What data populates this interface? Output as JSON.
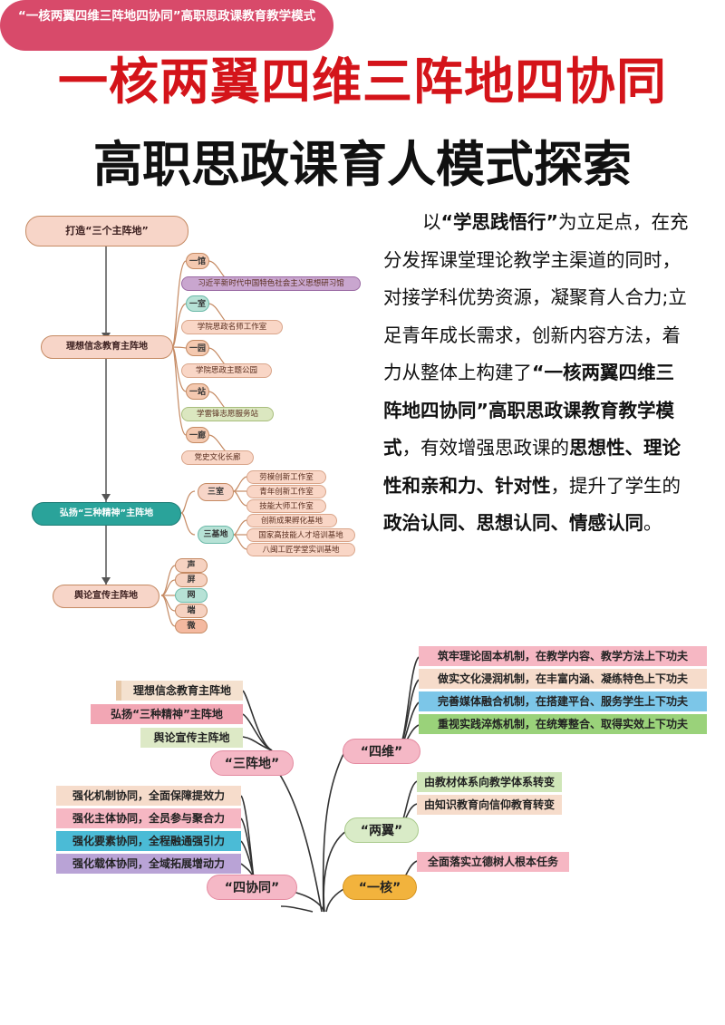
{
  "title": {
    "line1": "一核两翼四维三阵地四协同",
    "line2": "高职思政课育人模式探索"
  },
  "top_tree": {
    "root": "打造“三个主阵地”",
    "main1": {
      "label": "理想信念教育主阵地",
      "items": [
        {
          "tag": "一馆",
          "detail": "习近平新时代中国特色社会主义思想研习馆"
        },
        {
          "tag": "一室",
          "detail": "学院思政名师工作室"
        },
        {
          "tag": "一园",
          "detail": "学院思政主题公园"
        },
        {
          "tag": "一站",
          "detail": "学雷锋志愿服务站"
        },
        {
          "tag": "一廊",
          "detail": "党史文化长廊"
        }
      ]
    },
    "main2": {
      "label": "弘扬“三种精神”主阵地",
      "groups": [
        {
          "tag": "三室",
          "items": [
            "劳模创新工作室",
            "青年创新工作室",
            "技能大师工作室"
          ]
        },
        {
          "tag": "三基地",
          "items": [
            "创新成果孵化基地",
            "国家高技能人才培训基地",
            "八闽工匠学堂实训基地"
          ]
        }
      ]
    },
    "main3": {
      "label": "舆论宣传主阵地",
      "items": [
        "声",
        "屏",
        "网",
        "端",
        "微"
      ]
    }
  },
  "paragraph": {
    "p1": "以",
    "p2": "“学思践悟行”",
    "p3": "为立足点，在充分发挥课堂理论教学主渠道的同时，对接学科优势资源，凝聚育人合力;立足青年成长需求，创新内容方法，着力从整体上构建了",
    "p4": "“一核两翼四维三阵地四协同”",
    "p5": "高职思政课教育教学模式",
    "p6": "，有效增强思政课的",
    "p7": "思想性、理论性和亲和力、针对性",
    "p8": "，提升了学生的",
    "p9": "政治认同、思想认同、情感认同",
    "p10": "。"
  },
  "mindmap": {
    "root": "“一核两翼四维三阵地四协同”高职思政课教育教学模式",
    "sanzhendi": {
      "label": "“三阵地”",
      "items": [
        "理想信念教育主阵地",
        "弘扬“三种精神”主阵地",
        "舆论宣传主阵地"
      ]
    },
    "siwei": {
      "label": "“四维”",
      "items": [
        "筑牢理论固本机制，在教学内容、教学方法上下功夫",
        "做实文化浸润机制，在丰富内涵、凝练特色上下功夫",
        "完善媒体融合机制，在搭建平台、服务学生上下功夫",
        "重视实践淬炼机制，在统筹整合、取得实效上下功夫"
      ]
    },
    "sixietong": {
      "label": "“四协同”",
      "items": [
        "强化机制协同，全面保障提效力",
        "强化主体协同，全员参与聚合力",
        "强化要素协同，全程融通强引力",
        "强化载体协同，全域拓展增动力"
      ]
    },
    "liangyi": {
      "label": "“两翼”",
      "items": [
        "由教材体系向教学体系转变",
        "由知识教育向信仰教育转变"
      ]
    },
    "yihe": {
      "label": "“一核”",
      "items": [
        "全面落实立德树人根本任务"
      ]
    }
  }
}
